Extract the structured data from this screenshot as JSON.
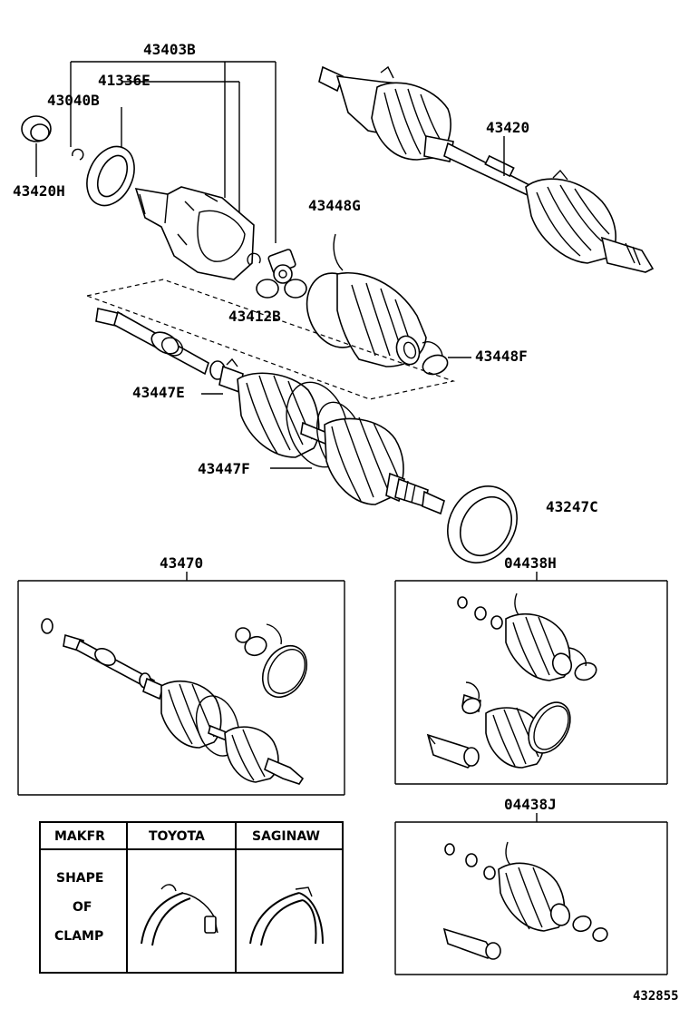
{
  "labels": {
    "p43403B": "43403B",
    "p41336E": "41336E",
    "p43040B": "43040B",
    "p43420H": "43420H",
    "p43420": "43420",
    "p43448G": "43448G",
    "p43412B": "43412B",
    "p43448F": "43448F",
    "p43447E": "43447E",
    "p43447F": "43447F",
    "p43247C": "43247C",
    "p43470": "43470",
    "p04438H": "04438H",
    "p04438J": "04438J",
    "figure_id": "432855"
  },
  "table": {
    "header_maker": "MAKFR",
    "header_toyota": "TOYOTA",
    "header_saginaw": "SAGINAW",
    "row_label_line1": "SHAPE",
    "row_label_line2": "OF",
    "row_label_line3": "CLAMP"
  }
}
